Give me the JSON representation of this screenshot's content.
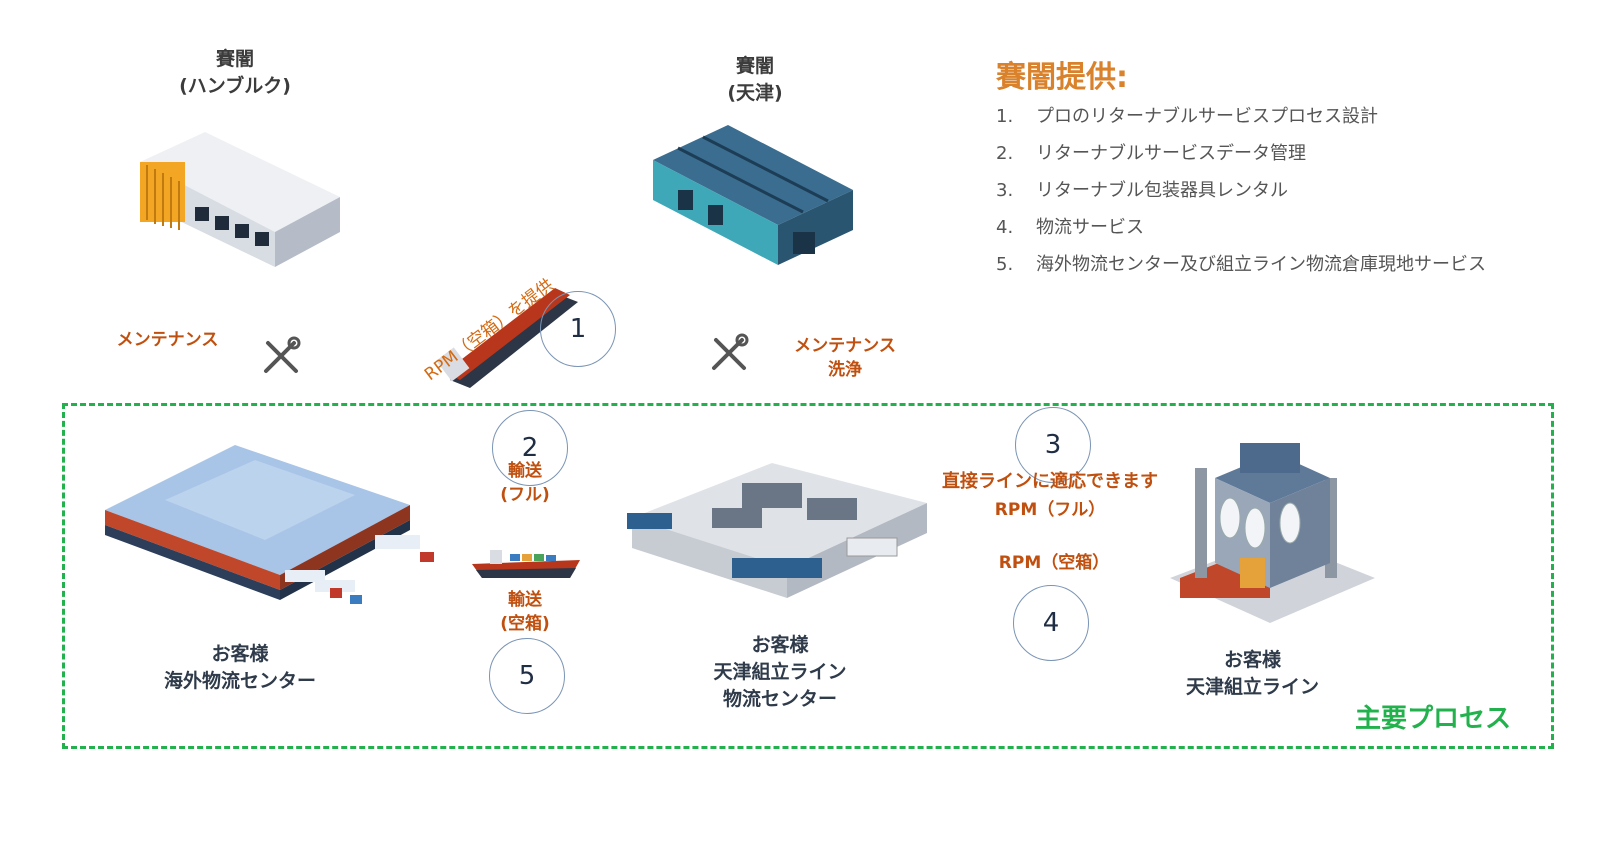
{
  "providers": {
    "hamburg": {
      "line1": "賽闇",
      "line2": "(ハンブルク)"
    },
    "tianjin": {
      "line1": "賽闇",
      "line2": "(天津)"
    }
  },
  "services": {
    "title": "賽闇提供:",
    "items": [
      {
        "num": "1.",
        "text": "プロのリターナブルサービスプロセス設計"
      },
      {
        "num": "2.",
        "text": "リターナブルサービスデータ管理"
      },
      {
        "num": "3.",
        "text": "リターナブル包装器具レンタル"
      },
      {
        "num": "4.",
        "text": "物流サービス"
      },
      {
        "num": "5.",
        "text": "海外物流センター及び組立ライン物流倉庫現地サービス"
      }
    ]
  },
  "labels": {
    "maintenance_left": "メンテナンス",
    "maintenance_right": "メンテナンス",
    "cleaning": "洗浄",
    "ship_supply": "RPM（空箱）を提供",
    "transport_full_1": "輸送",
    "transport_full_2": "(フル)",
    "transport_empty_1": "輸送",
    "transport_empty_2": "(空箱)",
    "direct_line": "直接ラインに適応できます",
    "rpm_full": "RPM（フル）",
    "rpm_empty": "RPM（空箱）",
    "main_process": "主要プロセス"
  },
  "steps": [
    "1",
    "2",
    "3",
    "4",
    "5"
  ],
  "customers": {
    "overseas": {
      "line1": "お客様",
      "line2": "海外物流センター"
    },
    "tianjin_center": {
      "line1": "お客様",
      "line2": "天津組立ライン",
      "line3": "物流センター"
    },
    "tianjin_line": {
      "line1": "お客様",
      "line2": "天津組立ライン"
    }
  },
  "colors": {
    "accent_orange": "#c0500f",
    "title_orange": "#d9822b",
    "process_green": "#22b14c"
  }
}
